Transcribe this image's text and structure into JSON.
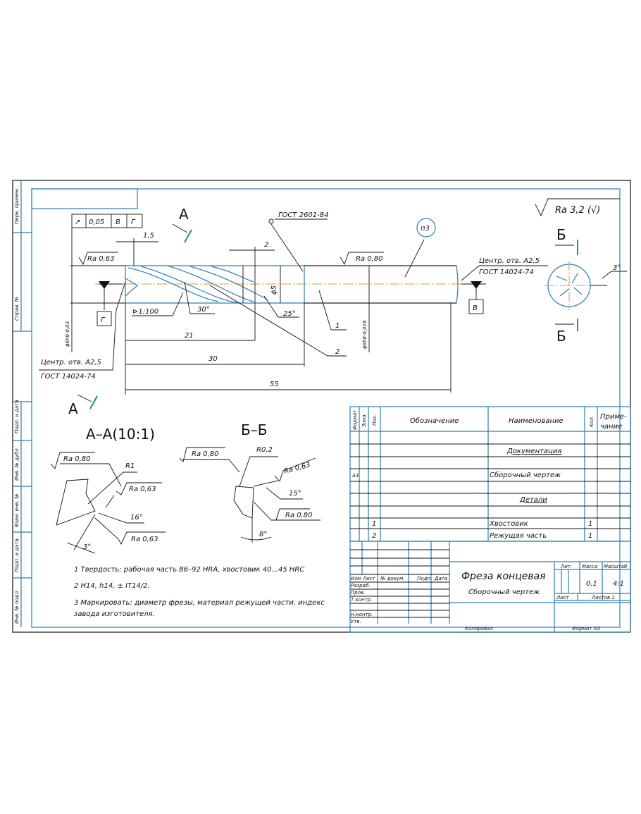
{
  "side_stamp": [
    "Перв. примен.",
    "Справ. №",
    "Подп. и дата",
    "Инв. № дубл.",
    "Взам. инв. №",
    "Подп. и дата",
    "Инв. № подл."
  ],
  "roughness_general": "Ra 3,2 (√)",
  "main_view": {
    "section_a_label": "A",
    "tolerance_frame": [
      "↗",
      "0,05",
      "В",
      "Г"
    ],
    "dim_1_5": "1,5",
    "dim_2": "2",
    "gost_2601": "ГОСТ 2601-84",
    "ra_063": "Ra 0,63",
    "ra_080": "Ra 0,80",
    "note_ref": "п3",
    "center_hole_right": [
      "Центр. отв. A2,5",
      "ГОСТ 14024-74"
    ],
    "center_hole_left": [
      "Центр. отв. A2,5",
      "ГОСТ 14024-74"
    ],
    "datum_g": "Г",
    "datum_v": "В",
    "taper": "⊳1:100",
    "angle_30": "30°",
    "angle_25": "25°",
    "dia_5": "ϕ5",
    "dia_h9": "ϕ6h9-0,03",
    "dia_h8": "ϕ6h8-0,018",
    "pos_1": "1",
    "pos_2": "2",
    "dim_21": "21",
    "dim_30": "30",
    "dim_55": "55"
  },
  "end_view": {
    "label_top": "Б",
    "label_bottom": "Б",
    "angle": "3°"
  },
  "section_aa": {
    "title": "A–A(10:1)",
    "ra1": "Ra 0,80",
    "r": "R1",
    "ra2": "Ra 0,63",
    "angle16": "16°",
    "ra3": "Ra 0,63",
    "angle3": "3°"
  },
  "section_bb": {
    "title": "Б–Б",
    "ra1": "Ra 0,80",
    "r": "R0,2",
    "ra2": "Ra 0,63",
    "angle15": "15°",
    "ra3": "Ra 0,80",
    "angle8": "8°"
  },
  "notes": [
    "1 Твердость: рабочая часть 86–92 HRA, хвостовик 40...45 HRC",
    "2 H14, h14, ± IT14/2.",
    "3 Маркировать: диаметр фрезы, материал режущей части, индекс",
    "завода изготовителя."
  ],
  "spec_table": {
    "headers": [
      "Формат",
      "Зона",
      "Поз.",
      "Обозначение",
      "Наименование",
      "Кол.",
      "Приме-",
      "чание"
    ],
    "rows": [
      {
        "format": "",
        "pos": "",
        "name": "Документация",
        "qty": "",
        "section": true
      },
      {
        "format": "A3",
        "pos": "",
        "name": "Сборочный чертеж",
        "qty": ""
      },
      {
        "format": "",
        "pos": "",
        "name": "Детали",
        "qty": "",
        "section": true
      },
      {
        "format": "",
        "pos": "1",
        "name": "Хвостовик",
        "qty": "1"
      },
      {
        "format": "",
        "pos": "2",
        "name": "Режущая часть",
        "qty": "1"
      }
    ]
  },
  "title_block": {
    "col_labels": [
      "Изм",
      "Лист",
      "№ докум.",
      "Подп.",
      "Дата"
    ],
    "row_labels": [
      "Разраб.",
      "Пров.",
      "Т.контр.",
      "Н.контр.",
      "Утв."
    ],
    "name": "Фреза концевая",
    "doc_type": "Сборочный чертеж",
    "lit": "Лит.",
    "mass_label": "Масса",
    "scale_label": "Масштаб",
    "mass": "0,1",
    "scale": "4:1",
    "sheet": "Лист",
    "sheets": "Листов 1",
    "copied": "Копировал",
    "format": "Формат A3"
  }
}
